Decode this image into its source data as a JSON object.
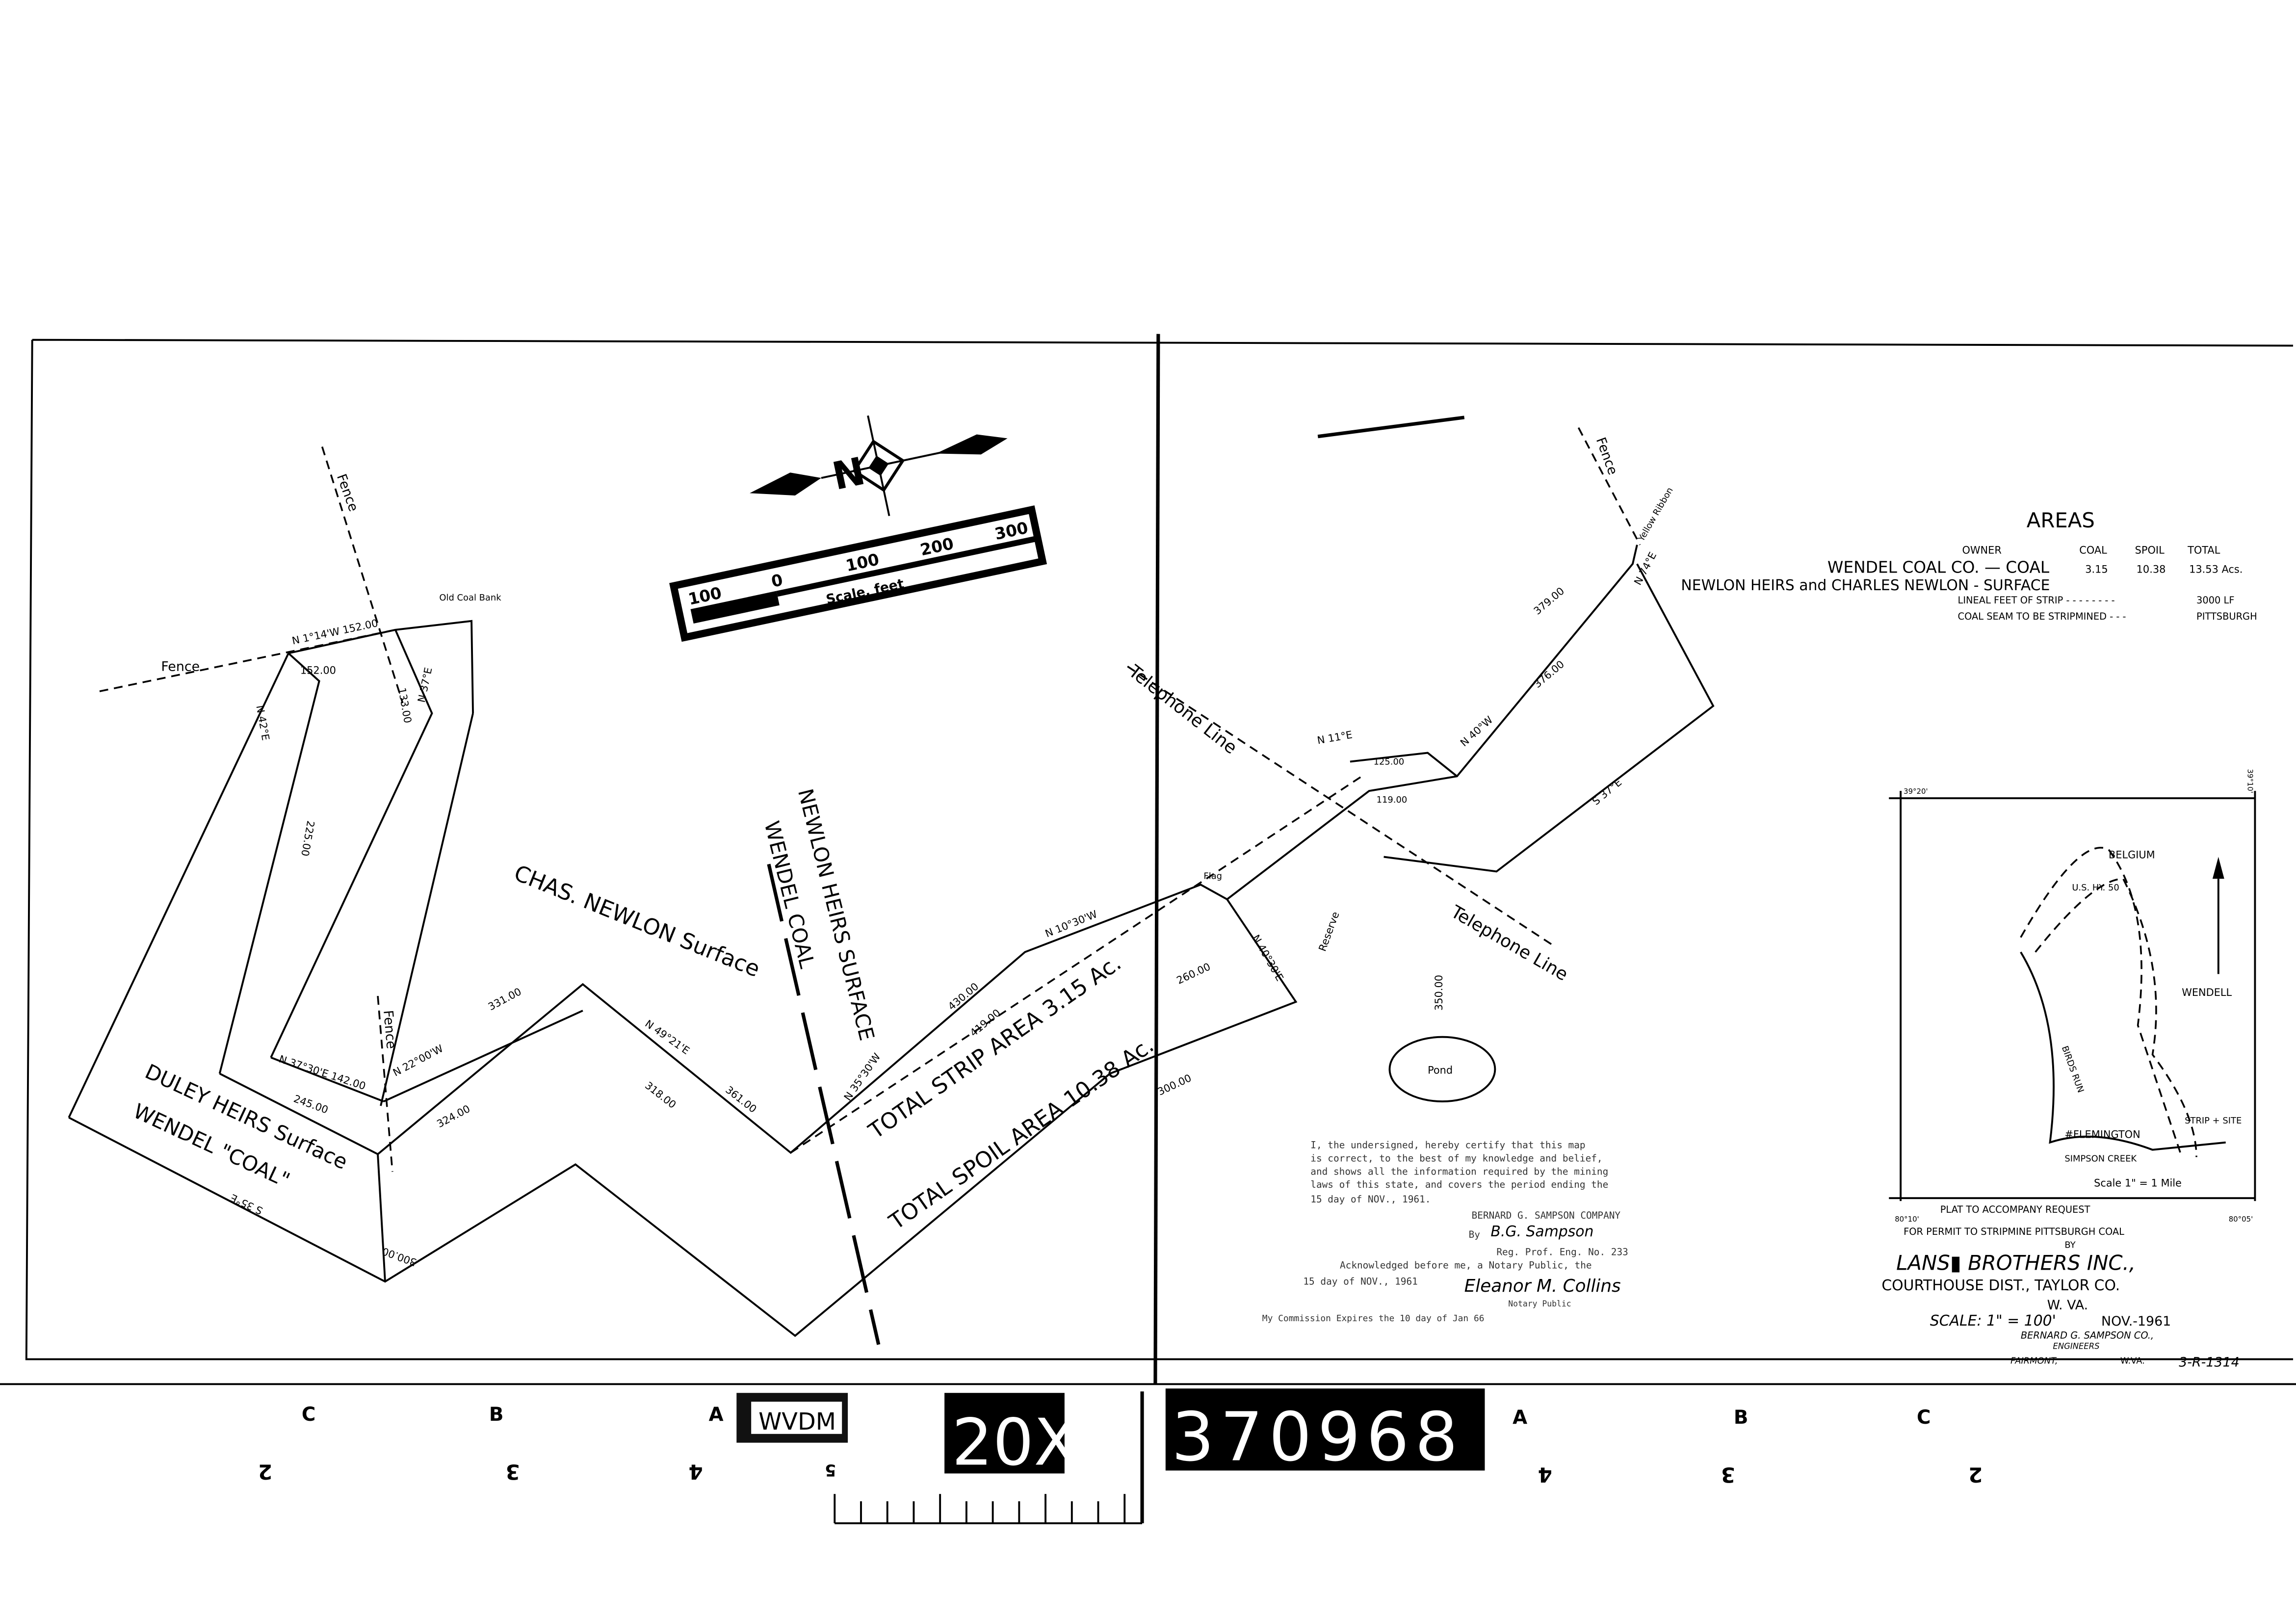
{
  "areas_table": {
    "title": "AREAS",
    "headers": [
      "OWNER",
      "COAL",
      "SPOIL",
      "TOTAL"
    ],
    "owner_coal": "WENDEL COAL CO. — COAL",
    "owner_surface": "NEWLON HEIRS and CHARLES NEWLON - SURFACE",
    "coal": "3.15",
    "spoil": "10.38",
    "total": "13.53 Acs.",
    "lineal_feet_label": "LINEAL FEET OF STRIP - - - - - - - -",
    "lineal_feet_value": "3000 LF",
    "coal_seam_label": "COAL SEAM TO BE STRIPMINED - - -",
    "coal_seam_value": "PITTSBURGH"
  },
  "plat_labels": {
    "chas_newlon": "CHAS. NEWLON Surface",
    "newlon_heirs": "NEWLON HEIRS SURFACE",
    "wendel_coal_mid": "WENDEL COAL",
    "duley_heirs": "DULEY HEIRS Surface",
    "wendel_coal_left": "WENDEL \"COAL\"",
    "strip_area": "TOTAL STRIP AREA 3.15 Ac.",
    "spoil_area": "TOTAL SPOIL AREA 10.38 Ac.",
    "telephone_line_1": "Telephone Line",
    "telephone_line_2": "Telephone Line",
    "fence_1": "Fence",
    "fence_2": "Fence",
    "fence_3": "Fence",
    "fence_4": "Fence",
    "old_coal_bank": "Old Coal Bank",
    "flag": "Flag",
    "pond": "Pond",
    "reserve": "Reserve",
    "yellow_ribbon": "Yellow Ribbon",
    "bearings": [
      "N 1°14'W 152.00",
      "N 37°E",
      "N 42°E",
      "N 37°30'E 142.00",
      "N 22°00'W",
      "N 49°21'E",
      "N 10°30'W",
      "N 35°30'W",
      "N 40°W",
      "N 74°E",
      "N 40°30'E",
      "S 37°E",
      "S 35°E",
      "N 11°E"
    ],
    "distances": [
      "152.00",
      "133.00",
      "225.00",
      "245.00",
      "331.00",
      "324.00",
      "318.00",
      "361.00",
      "430.00",
      "419.00",
      "260.00",
      "300.00",
      "379.00",
      "376.00",
      "125.00",
      "119.00",
      "300.00",
      "350.00"
    ]
  },
  "scale_bar": {
    "ticks": [
      "100",
      "0",
      "100",
      "200",
      "300"
    ],
    "label": "Scale, feet",
    "north_letter": "N"
  },
  "inset_map": {
    "places": [
      "BELGIUM",
      "WENDELL",
      "#FLEMINGTON",
      "STRIP + SITE",
      "SIMPSON CREEK",
      "BIRDS RUN",
      "U.S. HY. 50"
    ],
    "scale": "Scale 1\" = 1 Mile",
    "coords": [
      "39°20'",
      "39°10'",
      "80°10'",
      "80°05'"
    ]
  },
  "certification": {
    "lines": [
      "I, the undersigned, hereby certify that this map",
      "is correct, to the best of my knowledge and belief,",
      "and shows all the information required by the mining",
      "laws of this state, and covers the period ending the",
      "15 day of NOV., 1961."
    ],
    "company": "BERNARD G. SAMPSON COMPANY",
    "by": "By",
    "reg_no": "Reg. Prof. Eng. No. 233",
    "acknowledged_1": "Acknowledged before me, a Notary Public, the",
    "acknowledged_2": "15 day of NOV., 1961",
    "notary": "Notary Public",
    "commission": "My Commission Expires the 10 day of Jan 66",
    "signature_1": "B.G. Sampson",
    "signature_2": "Eleanor M. Collins"
  },
  "title_block": {
    "line1": "PLAT TO ACCOMPANY REQUEST",
    "line2": "FOR PERMIT TO STRIPMINE PITTSBURGH COAL",
    "line3": "BY",
    "company": "LANS▮ BROTHERS INC.,",
    "district": "COURTHOUSE DIST., TAYLOR CO.",
    "state": "W. VA.",
    "scale": "SCALE: 1\" = 100'",
    "date": "NOV.-1961",
    "engineer": "BERNARD G. SAMPSON CO.,",
    "engineers": "ENGINEERS",
    "city": "FAIRMONT,",
    "city_state": "W.VA.",
    "drawing_no": "3-R-1314"
  },
  "film_strip": {
    "top_letters": [
      "C",
      "B",
      "A",
      "A",
      "B",
      "C"
    ],
    "bottom_numbers": [
      "2",
      "3",
      "4",
      "5",
      "4",
      "3",
      "2"
    ],
    "stamp": "WVDM",
    "reduction": "20X",
    "frame_number": "370968"
  }
}
